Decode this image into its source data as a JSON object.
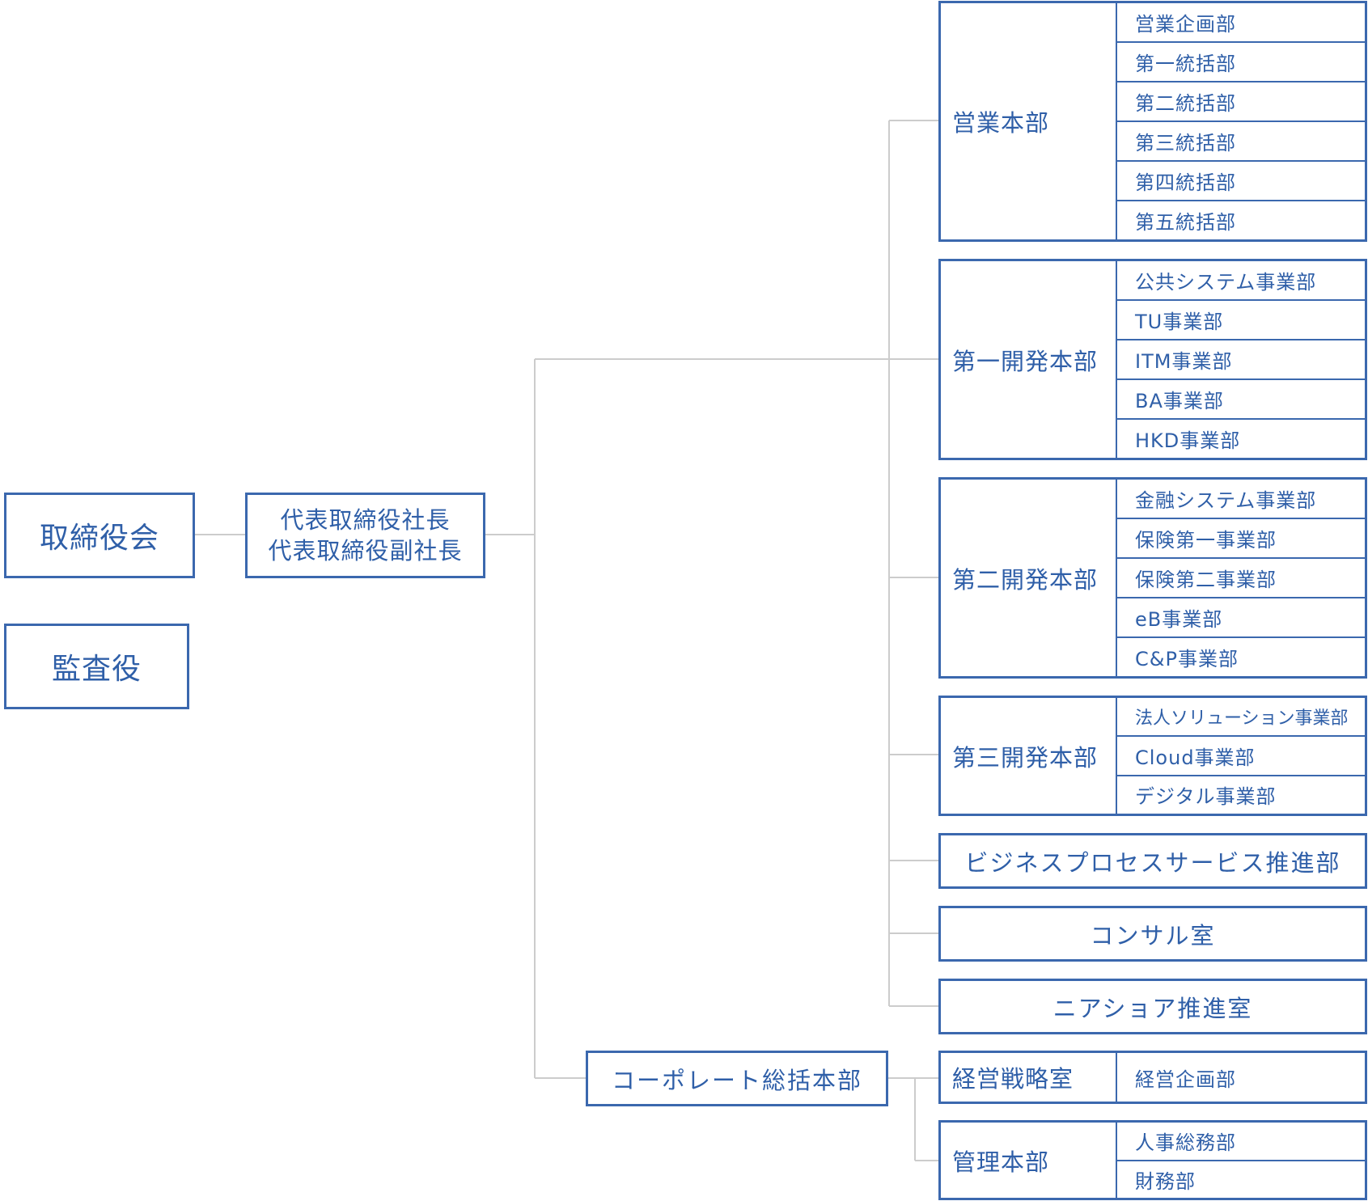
{
  "board": {
    "label": "取締役会"
  },
  "auditor": {
    "label": "監査役"
  },
  "president": {
    "line1": "代表取締役社長",
    "line2": "代表取締役副社長"
  },
  "sales_hq": {
    "name": "営業本部",
    "departments": [
      "営業企画部",
      "第一統括部",
      "第二統括部",
      "第三統括部",
      "第四統括部",
      "第五統括部"
    ]
  },
  "dev1_hq": {
    "name": "第一開発本部",
    "departments": [
      "公共システム事業部",
      "TU事業部",
      "ITM事業部",
      "BA事業部",
      "HKD事業部"
    ]
  },
  "dev2_hq": {
    "name": "第二開発本部",
    "departments": [
      "金融システム事業部",
      "保険第一事業部",
      "保険第二事業部",
      "eB事業部",
      "C&P事業部"
    ]
  },
  "dev3_hq": {
    "name": "第三開発本部",
    "departments": [
      "法人ソリューション事業部",
      "Cloud事業部",
      "デジタル事業部"
    ]
  },
  "bps": {
    "label": "ビジネスプロセスサービス推進部"
  },
  "consul": {
    "label": "コンサル室"
  },
  "nearshore": {
    "label": "ニアショア推進室"
  },
  "corporate": {
    "label": "コーポレート総括本部"
  },
  "strategy": {
    "name": "経営戦略室",
    "departments": [
      "経営企画部"
    ]
  },
  "admin_hq": {
    "name": "管理本部",
    "departments": [
      "人事総務部",
      "財務部"
    ]
  },
  "colors": {
    "box_border": "#3b68ae",
    "text": "#2f5fa8",
    "connector": "#cccccc"
  }
}
